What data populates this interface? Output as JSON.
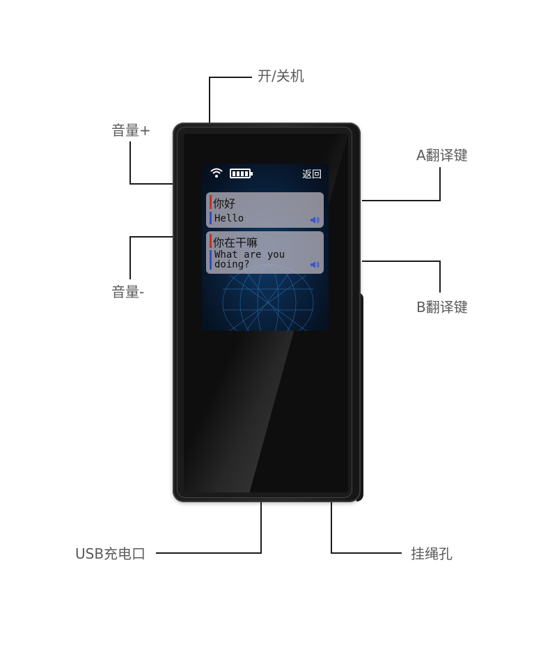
{
  "labels": {
    "power": "开/关机",
    "volume_up": "音量+",
    "volume_down": "音量-",
    "a_key": "A翻译键",
    "b_key": "B翻译键",
    "usb": "USB充电口",
    "lanyard": "挂绳孔"
  },
  "screen": {
    "back": "返回",
    "messages": [
      {
        "source": "你好",
        "translation": "Hello"
      },
      {
        "source": "你在干嘛",
        "translation_line1": "What are you",
        "translation_line2": "doing?"
      }
    ]
  },
  "colors": {
    "source_marker": "#c0302a",
    "translation_marker": "#2f4fbf",
    "speaker_icon": "#3b55c8"
  }
}
